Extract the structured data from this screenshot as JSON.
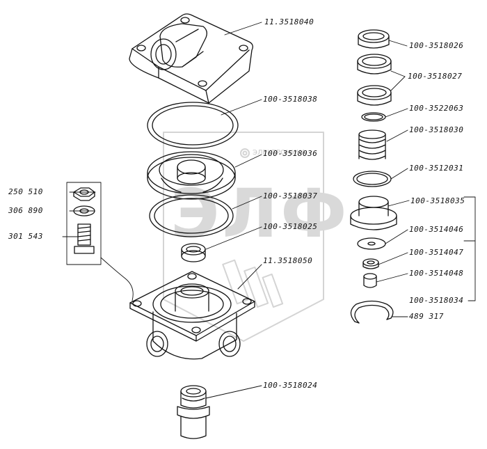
{
  "watermark": {
    "logo_text": "ЭЛФ",
    "caption": "ЭЛЕКТРОНИКА"
  },
  "colors": {
    "ink": "#111111",
    "watermark": "#d4d4d4"
  },
  "labels": {
    "top_cover": "11.3518040",
    "top_gasket": "100-3518038",
    "diaphragm": "100-3518036",
    "ring_seal": "100-3518037",
    "small_bushing": "100-3518025",
    "lower_body": "11.3518050",
    "bottom_fitting": "100-3518024",
    "nut": "250 510",
    "washer": "306 890",
    "bolt": "301 543",
    "r_cap": "100-3518026",
    "r_sleeve": "100-3518027",
    "r_oring_small": "100-3522063",
    "r_spring": "100-3518030",
    "r_oring_large": "100-3512031",
    "r_valve_body": "100-3518035",
    "r_disc": "100-3514046",
    "r_nut_small": "100-3514047",
    "r_pin": "100-3514048",
    "r_assembly": "100-3518034",
    "r_snap_ring": "489 317"
  }
}
